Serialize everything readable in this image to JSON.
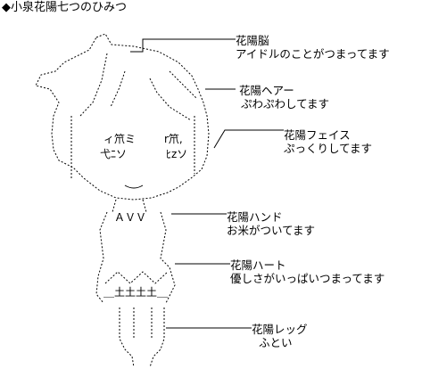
{
  "title": "◆小泉花陽七つのひみつ",
  "secrets": [
    {
      "label": "花陽脳",
      "text": "アイドルのことがつまってます"
    },
    {
      "label": "花陽ヘアー",
      "text": "ぷわぷわしてます"
    },
    {
      "label": "花陽フェイス",
      "text": "ぷっくりしてます"
    },
    {
      "label": "花陽ハンド",
      "text": "お米がついてます"
    },
    {
      "label": "花陽ハート",
      "text": "優しさがいっぱいつまってます"
    },
    {
      "label": "花陽レッグ",
      "text": "ふとい"
    }
  ],
  "art_marks": {
    "left_eye": "ィ笊ミ",
    "right_eye": "r笊,",
    "left_cheek": "弋ﾆソ",
    "right_cheek": "ﾋzソ",
    "chest": "ＡＶＶ",
    "skirt": "＿土土土土＿"
  }
}
